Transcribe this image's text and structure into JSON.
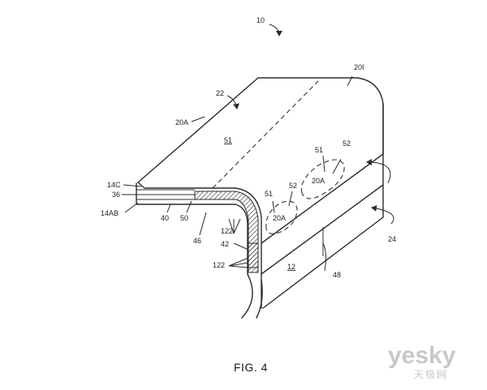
{
  "figure": {
    "caption": "FIG. 4",
    "labels": {
      "l10": "10",
      "l20I": "20I",
      "l22": "22",
      "l20A_top": "20A",
      "l51_top": "51",
      "l51_a": "51",
      "l52_a": "52",
      "l20A_a": "20A",
      "l51_b": "51",
      "l52_b": "52",
      "l20A_b": "20A",
      "l14C": "14C",
      "l36": "36",
      "l14AB": "14AB",
      "l40": "40",
      "l50": "50",
      "l46": "46",
      "l122_a": "122",
      "l42": "42",
      "l122_b": "122",
      "l12": "12",
      "l48": "48",
      "l24": "24"
    }
  },
  "watermark": {
    "brand": "yesky",
    "subtitle": "天极网"
  }
}
